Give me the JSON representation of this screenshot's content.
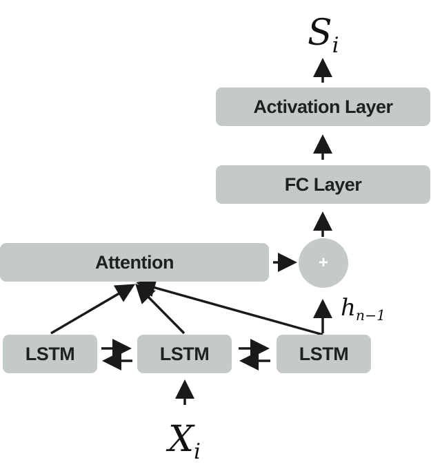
{
  "nodes": {
    "activation_layer": "Activation Layer",
    "fc_layer": "FC Layer",
    "attention": "Attention",
    "sum_op": "+",
    "lstm_1": "LSTM",
    "lstm_2": "LSTM",
    "lstm_3": "LSTM"
  },
  "math": {
    "output_base": "S",
    "output_sub": "i",
    "input_base": "X",
    "input_sub": "i",
    "hidden_base": "h",
    "hidden_sub": "n−1"
  },
  "colors": {
    "box_fill": "#c4cac5",
    "box_text": "#1e2121",
    "arrow": "#1a1a1a",
    "plus_text": "#ffffff"
  }
}
